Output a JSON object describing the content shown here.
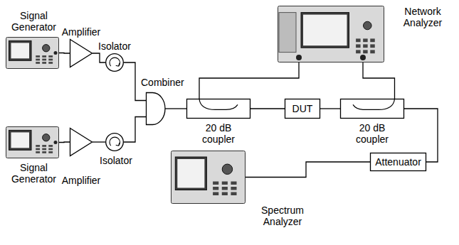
{
  "diagram": {
    "nodes": [
      {
        "text": [
          "Signal Generator"
        ]
      },
      {
        "text": [
          "Amplifier"
        ]
      },
      {
        "text": [
          "Isolator"
        ]
      },
      {
        "text": [
          "Network Analyzer"
        ]
      },
      {
        "text": [
          "Combiner"
        ]
      },
      {
        "text": [
          "20 dB coupler"
        ]
      },
      {
        "text": [
          "DUT"
        ]
      },
      {
        "text": [
          "20 dB coupler"
        ]
      },
      {
        "text": [
          "Signal Generator"
        ]
      },
      {
        "text": [
          "Amplifier"
        ]
      },
      {
        "text": [
          "Isolator"
        ]
      },
      {
        "text": [
          "Attenuator"
        ]
      },
      {
        "text": [
          "Spectrum Analyzer"
        ]
      }
    ],
    "edges": [
      {
        "from": 0,
        "to": 1,
        "arrow": "none"
      },
      {
        "from": 1,
        "to": 2,
        "arrow": "none"
      },
      {
        "from": 2,
        "to": 4,
        "arrow": "none"
      },
      {
        "from": 8,
        "to": 9,
        "arrow": "none"
      },
      {
        "from": 9,
        "to": 10,
        "arrow": "none"
      },
      {
        "from": 10,
        "to": 4,
        "arrow": "none"
      },
      {
        "from": 4,
        "to": 5,
        "arrow": "none"
      },
      {
        "from": 5,
        "to": 6,
        "arrow": "none"
      },
      {
        "from": 6,
        "to": 7,
        "arrow": "none"
      },
      {
        "from": 5,
        "to": 3,
        "arrow": "none"
      },
      {
        "from": 7,
        "to": 3,
        "arrow": "none"
      },
      {
        "from": 7,
        "to": 11,
        "arrow": "none"
      },
      {
        "from": 11,
        "to": 12,
        "arrow": "none"
      }
    ]
  }
}
